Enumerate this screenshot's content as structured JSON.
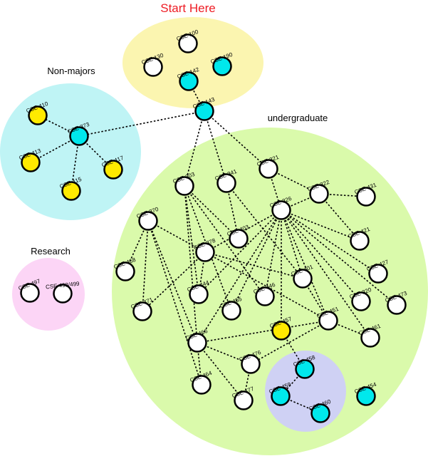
{
  "title": "Start Here",
  "colors": {
    "title": "#ee1c24",
    "node_default": "#ffffff",
    "node_cyan": "#00e8ec",
    "node_yellow": "#ffea00",
    "region_start": "#fbf5b0",
    "region_nonmajors": "#bff4f5",
    "region_research": "#fcd5f6",
    "region_undergraduate": "#dafaab",
    "region_subgroup": "#cfd1f4"
  },
  "regions": [
    {
      "id": "start",
      "label": ""
    },
    {
      "id": "nonmajors",
      "label": "Non-majors"
    },
    {
      "id": "research",
      "label": "Research"
    },
    {
      "id": "undergraduate",
      "label": "undergraduate"
    },
    {
      "id": "subgroup",
      "label": ""
    }
  ],
  "nodes": [
    {
      "id": "cse100",
      "label": "CSE 100",
      "color": "white"
    },
    {
      "id": "cse130",
      "label": "CSE 130",
      "color": "white"
    },
    {
      "id": "cse190",
      "label": "CSE 190",
      "color": "cyan"
    },
    {
      "id": "cse142",
      "label": "CSE 142",
      "color": "cyan"
    },
    {
      "id": "cse143",
      "label": "CSE 143",
      "color": "cyan"
    },
    {
      "id": "cse410",
      "label": "CSE 410",
      "color": "yellow"
    },
    {
      "id": "cse373",
      "label": "CSE 373",
      "color": "cyan"
    },
    {
      "id": "cse413",
      "label": "CSE 413",
      "color": "yellow"
    },
    {
      "id": "cse417",
      "label": "CSE 417",
      "color": "yellow"
    },
    {
      "id": "cse415",
      "label": "CSE 415",
      "color": "yellow"
    },
    {
      "id": "cse497",
      "label": "CSE 497",
      "color": "white"
    },
    {
      "id": "cse498",
      "label": "CSE 498/499",
      "color": "white"
    },
    {
      "id": "cse321",
      "label": "CSE 321",
      "color": "white"
    },
    {
      "id": "cse303",
      "label": "CSE 303",
      "color": "white"
    },
    {
      "id": "cse341",
      "label": "CSE 341",
      "color": "white"
    },
    {
      "id": "cse322",
      "label": "CSE 322",
      "color": "white"
    },
    {
      "id": "cse431",
      "label": "CSE 431",
      "color": "white"
    },
    {
      "id": "cse326",
      "label": "CSE 326",
      "color": "white"
    },
    {
      "id": "cse370",
      "label": "CSE 370",
      "color": "white"
    },
    {
      "id": "cse403",
      "label": "CSE 403",
      "color": "white"
    },
    {
      "id": "cse421",
      "label": "CSE 421",
      "color": "white"
    },
    {
      "id": "cse378",
      "label": "CSE 378",
      "color": "white"
    },
    {
      "id": "cse468",
      "label": "CSE 468",
      "color": "white"
    },
    {
      "id": "cse401",
      "label": "CSE 401",
      "color": "white"
    },
    {
      "id": "cse427",
      "label": "CSE 427",
      "color": "white"
    },
    {
      "id": "cse471",
      "label": "CSE 471",
      "color": "white"
    },
    {
      "id": "cse444",
      "label": "CSE 444",
      "color": "white"
    },
    {
      "id": "cse446",
      "label": "CSE 446",
      "color": "white"
    },
    {
      "id": "cse455",
      "label": "CSE 455",
      "color": "white"
    },
    {
      "id": "cse320",
      "label": "CSE 320",
      "color": "white"
    },
    {
      "id": "cse473",
      "label": "CSE 473",
      "color": "white"
    },
    {
      "id": "cse457",
      "label": "CSE 457",
      "color": "yellow"
    },
    {
      "id": "cse451",
      "label": "CSE 451",
      "color": "white"
    },
    {
      "id": "cse461",
      "label": "CSE 461",
      "color": "white"
    },
    {
      "id": "cse466",
      "label": "CSE 466",
      "color": "white"
    },
    {
      "id": "cse476",
      "label": "CSE 476",
      "color": "white"
    },
    {
      "id": "cse458",
      "label": "CSE 458",
      "color": "cyan"
    },
    {
      "id": "cse464",
      "label": "CSE 464",
      "color": "white"
    },
    {
      "id": "cse459",
      "label": "CSE 459",
      "color": "cyan"
    },
    {
      "id": "cse477",
      "label": "CSE 477",
      "color": "white"
    },
    {
      "id": "cse460",
      "label": "CSE 460",
      "color": "cyan"
    },
    {
      "id": "cse454",
      "label": "CSE 454",
      "color": "cyan"
    }
  ],
  "edges": [
    [
      "cse142",
      "cse143"
    ],
    [
      "cse143",
      "cse373"
    ],
    [
      "cse143",
      "cse303"
    ],
    [
      "cse143",
      "cse341"
    ],
    [
      "cse143",
      "cse321"
    ],
    [
      "cse373",
      "cse410"
    ],
    [
      "cse373",
      "cse413"
    ],
    [
      "cse373",
      "cse417"
    ],
    [
      "cse373",
      "cse415"
    ],
    [
      "cse321",
      "cse322"
    ],
    [
      "cse321",
      "cse326"
    ],
    [
      "cse322",
      "cse431"
    ],
    [
      "cse322",
      "cse421"
    ],
    [
      "cse326",
      "cse322"
    ],
    [
      "cse326",
      "cse421"
    ],
    [
      "cse326",
      "cse427"
    ],
    [
      "cse326",
      "cse401"
    ],
    [
      "cse326",
      "cse473"
    ],
    [
      "cse326",
      "cse320"
    ],
    [
      "cse326",
      "cse461"
    ],
    [
      "cse326",
      "cse457"
    ],
    [
      "cse326",
      "cse446"
    ],
    [
      "cse326",
      "cse444"
    ],
    [
      "cse326",
      "cse455"
    ],
    [
      "cse326",
      "cse466"
    ],
    [
      "cse326",
      "cse451"
    ],
    [
      "cse326",
      "cse378"
    ],
    [
      "cse303",
      "cse403"
    ],
    [
      "cse303",
      "cse444"
    ],
    [
      "cse303",
      "cse466"
    ],
    [
      "cse303",
      "cse455"
    ],
    [
      "cse303",
      "cse446"
    ],
    [
      "cse341",
      "cse403"
    ],
    [
      "cse341",
      "cse401"
    ],
    [
      "cse370",
      "cse378"
    ],
    [
      "cse370",
      "cse468"
    ],
    [
      "cse370",
      "cse471"
    ],
    [
      "cse370",
      "cse466"
    ],
    [
      "cse370",
      "cse464"
    ],
    [
      "cse378",
      "cse401"
    ],
    [
      "cse378",
      "cse444"
    ],
    [
      "cse378",
      "cse451"
    ],
    [
      "cse378",
      "cse471"
    ],
    [
      "cse401",
      "cse451"
    ],
    [
      "cse451",
      "cse466"
    ],
    [
      "cse451",
      "cse476"
    ],
    [
      "cse451",
      "cse461"
    ],
    [
      "cse466",
      "cse476"
    ],
    [
      "cse466",
      "cse477"
    ],
    [
      "cse466",
      "cse464"
    ],
    [
      "cse476",
      "cse477"
    ],
    [
      "cse458",
      "cse459"
    ],
    [
      "cse459",
      "cse460"
    ],
    [
      "cse457",
      "cse458"
    ]
  ]
}
